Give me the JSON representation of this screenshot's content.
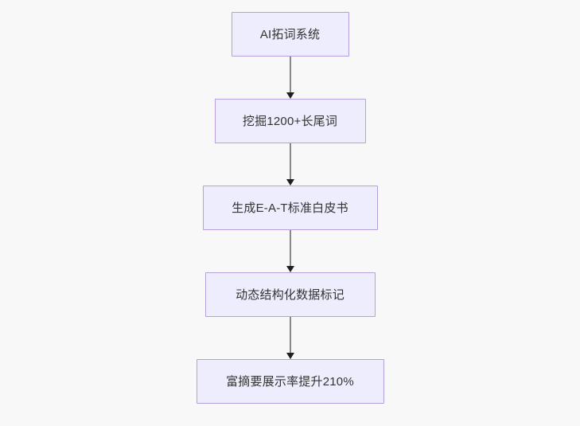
{
  "diagram": {
    "type": "flowchart",
    "orientation": "top-to-bottom",
    "colors": {
      "background": "#f8f8f8",
      "node_fill": "#ededfd",
      "node_border": "#b4a1dc",
      "node_text": "#333333",
      "edge_line": "#888888",
      "edge_arrow": "#1f1f1f"
    },
    "nodes": [
      {
        "id": "node-1",
        "label": "AI拓词系统"
      },
      {
        "id": "node-2",
        "label": "挖掘1200+长尾词"
      },
      {
        "id": "node-3",
        "label": "生成E-A-T标准白皮书"
      },
      {
        "id": "node-4",
        "label": "动态结构化数据标记"
      },
      {
        "id": "node-5",
        "label": "富摘要展示率提升210%"
      }
    ],
    "edges": [
      {
        "id": "edge-1",
        "from": "node-1",
        "to": "node-2"
      },
      {
        "id": "edge-2",
        "from": "node-2",
        "to": "node-3"
      },
      {
        "id": "edge-3",
        "from": "node-3",
        "to": "node-4"
      },
      {
        "id": "edge-4",
        "from": "node-4",
        "to": "node-5"
      }
    ]
  }
}
